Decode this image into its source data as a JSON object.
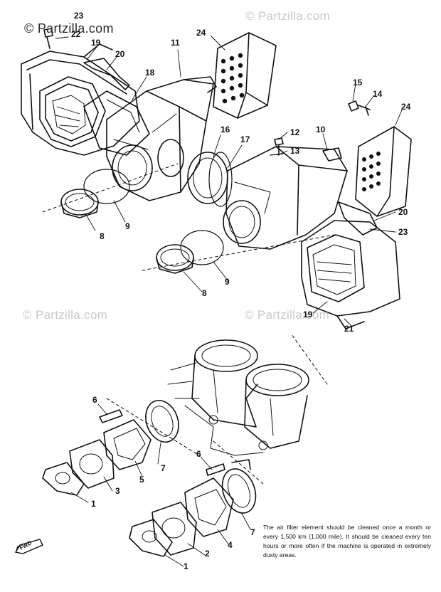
{
  "watermark": {
    "brand": "© Partzilla.com",
    "repeat": "© Partzilla.com"
  },
  "callouts": [
    "23",
    "22",
    "19",
    "20",
    "18",
    "11",
    "24",
    "16",
    "17",
    "12",
    "13",
    "10",
    "15",
    "14",
    "24",
    "8",
    "9",
    "8",
    "9",
    "20",
    "23",
    "19",
    "21",
    "6",
    "7",
    "5",
    "3",
    "1",
    "6",
    "7",
    "4",
    "2",
    "1"
  ],
  "note": {
    "text": "The air filter element should be cleaned once a month or every 1,500 km (1,000 mile). It should be cleaned every ten hours or more often if the machine is operated in extremely dusty areas."
  },
  "fwd_badge": {
    "label": "FWD"
  }
}
